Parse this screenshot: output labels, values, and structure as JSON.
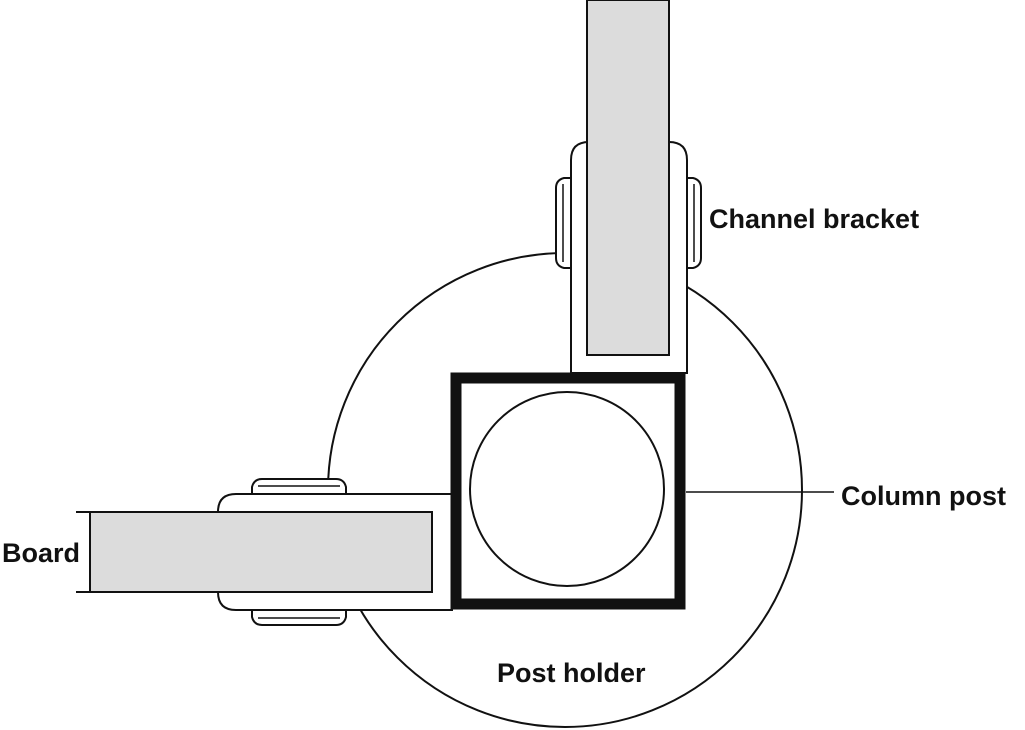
{
  "labels": {
    "channel_bracket": "Channel bracket",
    "column_post": "Column post",
    "board": "Board",
    "post_holder": "Post holder"
  },
  "colors": {
    "stroke": "#111111",
    "board_fill": "#dcdcdc",
    "background": "#ffffff"
  }
}
